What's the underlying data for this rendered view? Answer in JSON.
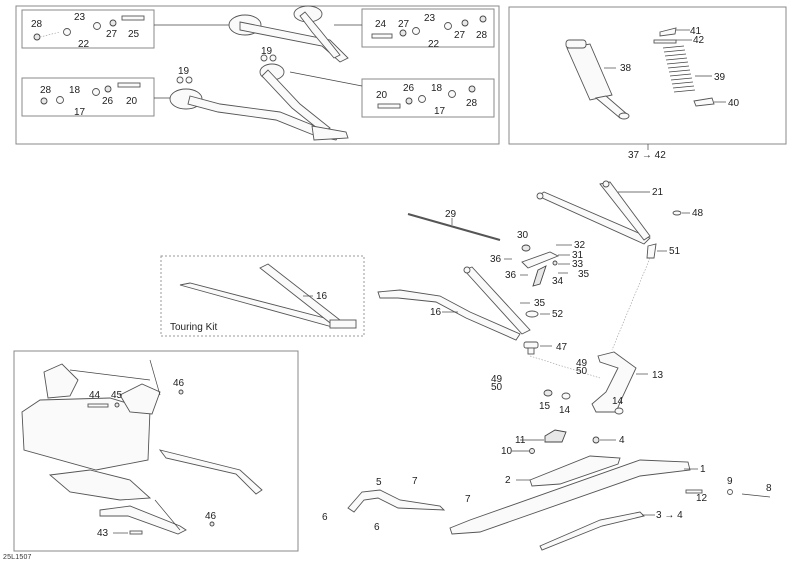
{
  "diagram": {
    "title": "Front Suspension and Ski exploded parts view",
    "drawing_code": "25L1507",
    "panels": {
      "a_arm_detail": {
        "top_left_group": [
          "28",
          "23",
          "22",
          "27",
          "25"
        ],
        "top_right_group": [
          "24",
          "27",
          "23",
          "22",
          "27",
          "28"
        ],
        "bottom_left_group": [
          "28",
          "18",
          "17",
          "26",
          "20"
        ],
        "bottom_right_group": [
          "20",
          "26",
          "18",
          "17",
          "28"
        ],
        "washer_callouts": [
          "19",
          "19"
        ]
      },
      "shock_detail": {
        "callouts": [
          "41",
          "42",
          "38",
          "39",
          "40"
        ],
        "assembly_range": "37 → 42"
      },
      "touring_kit": {
        "caption": "Touring Kit",
        "callouts": [
          "16"
        ]
      },
      "chassis_inset": {
        "callouts": [
          "46",
          "44",
          "45",
          "46",
          "43"
        ]
      }
    },
    "main_callouts": {
      "suspension": [
        "21",
        "48",
        "29",
        "30",
        "32",
        "31",
        "36",
        "33",
        "36",
        "35",
        "34",
        "51",
        "35",
        "16",
        "52",
        "47",
        "49",
        "50",
        "13",
        "49",
        "50",
        "15",
        "14",
        "14"
      ],
      "ski": [
        "11",
        "4",
        "10",
        "1",
        "2",
        "5",
        "7",
        "7",
        "9",
        "8",
        "12",
        "6",
        "6",
        "3 → 4"
      ]
    }
  }
}
